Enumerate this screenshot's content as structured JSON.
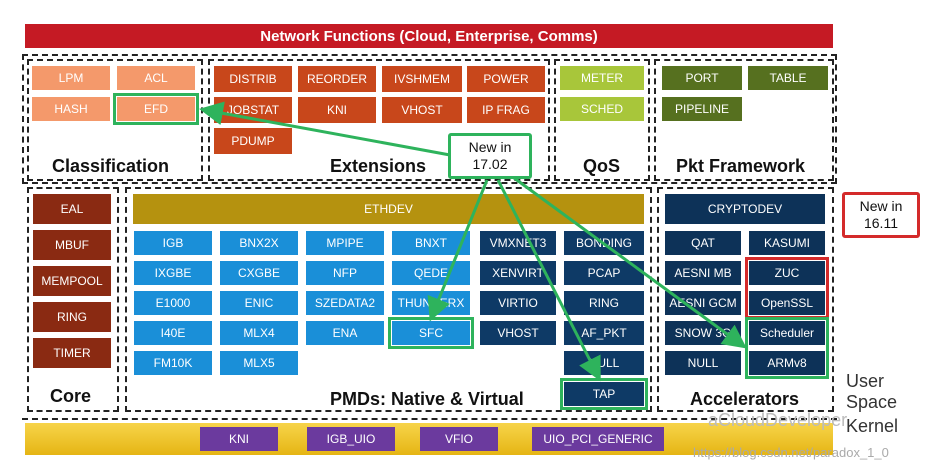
{
  "banner": "Network Functions (Cloud, Enterprise, Comms)",
  "classification": {
    "title": "Classification",
    "items": [
      "LPM",
      "ACL",
      "HASH",
      "EFD"
    ]
  },
  "extensions": {
    "title": "Extensions",
    "items": [
      "DISTRIB",
      "REORDER",
      "IVSHMEM",
      "POWER",
      "JOBSTAT",
      "KNI",
      "VHOST",
      "IP FRAG",
      "PDUMP"
    ]
  },
  "qos": {
    "title": "QoS",
    "items": [
      "METER",
      "SCHED"
    ]
  },
  "pkt_framework": {
    "title": "Pkt Framework",
    "items": [
      "PORT",
      "TABLE",
      "PIPELINE"
    ]
  },
  "core": {
    "title": "Core",
    "items": [
      "EAL",
      "MBUF",
      "MEMPOOL",
      "RING",
      "TIMER"
    ]
  },
  "pmds": {
    "title": "PMDs: Native & Virtual",
    "ethdev": "ETHDEV",
    "native": [
      "IGB",
      "BNX2X",
      "MPIPE",
      "BNXT",
      "IXGBE",
      "CXGBE",
      "NFP",
      "QEDE",
      "E1000",
      "ENIC",
      "SZEDATA2",
      "THUNDERX",
      "I40E",
      "MLX4",
      "ENA",
      "SFC",
      "FM10K",
      "MLX5"
    ],
    "virtual": [
      "VMXNET3",
      "BONDING",
      "XENVIRT",
      "PCAP",
      "VIRTIO",
      "RING",
      "VHOST",
      "AF_PKT",
      "NULL",
      "TAP"
    ]
  },
  "accelerators": {
    "title": "Accelerators",
    "cryptodev": "CRYPTODEV",
    "items": [
      "QAT",
      "KASUMI",
      "AESNI MB",
      "ZUC",
      "AESNI GCM",
      "OpenSSL",
      "SNOW 3G",
      "Scheduler",
      "NULL",
      "ARMv8"
    ]
  },
  "callouts": {
    "new_1702": [
      "New in",
      "17.02"
    ],
    "new_1611": [
      "New in",
      "16.11"
    ]
  },
  "side_labels": {
    "user_space": [
      "User",
      "Space"
    ],
    "kernel": "Kernel"
  },
  "kernel_modules": [
    "KNI",
    "IGB_UIO",
    "VFIO",
    "UIO_PCI_GENERIC"
  ],
  "watermark": "aCloudDeveloper",
  "url": "https://blog.csdn.net/paradox_1_0",
  "colors": {
    "banner": "#c51a24",
    "highlight_new_1702": "#2eb35c",
    "highlight_new_1611": "#d42a2a",
    "kernel_bar": "#f1c232"
  }
}
